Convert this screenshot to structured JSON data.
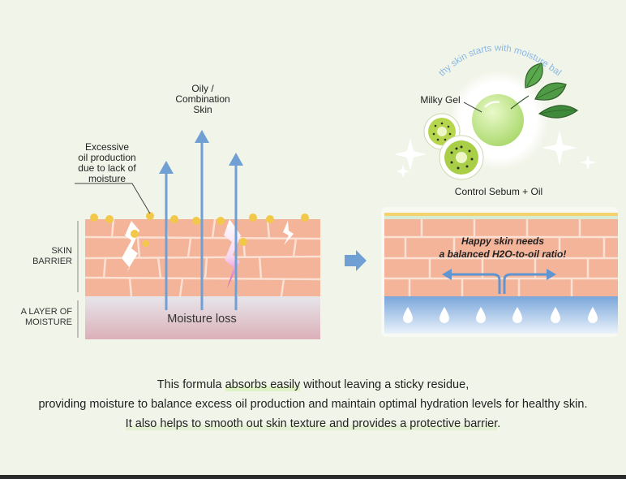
{
  "left_panel": {
    "arrow_label_top": "Oily /",
    "arrow_label_mid": "Combination",
    "arrow_label_bottom": "Skin",
    "excess_line1": "Excessive",
    "excess_line2": "oil production",
    "excess_line3": "due to lack of",
    "excess_line4": "moisture",
    "skin_barrier_line1": "SKIN",
    "skin_barrier_line2": "BARRIER",
    "moisture_layer_line1": "A LAYER OF",
    "moisture_layer_line2": "MOISTURE",
    "moisture_loss": "Moisture loss"
  },
  "right_panel": {
    "arc_line1": "Healthy skin",
    "arc_line2": "starts with moisture balance",
    "milky_gel": "Milky Gel",
    "control_sebum": "Control Sebum + Oil",
    "happy_line1": "Happy skin needs",
    "happy_line2": "a balanced H2O-to-oil ratio!"
  },
  "caption": {
    "l1a": "This formula ",
    "l1b": "absorbs easily",
    "l1c": " without leaving a sticky residue,",
    "l2": "providing moisture to balance excess oil production and maintain optimal hydration levels for healthy skin.",
    "l3a": "It also helps to smooth out skin texture and provides a protective barrier",
    "l3b": "."
  },
  "colors": {
    "skin": "#f4b49a",
    "mortar": "#fbe1d3",
    "arrow": "#6f9fd3",
    "oil": "#f2c84a",
    "water": "#7aa8dc",
    "gel": "#bfe88a",
    "kiwi": "#a9cf48"
  }
}
